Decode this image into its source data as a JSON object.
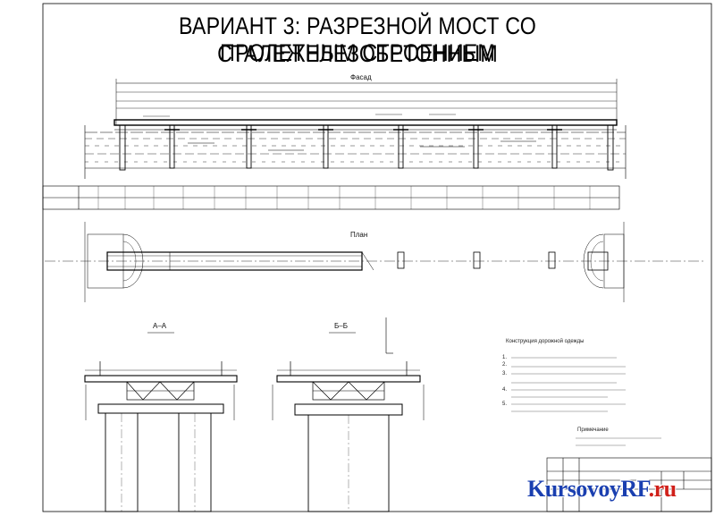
{
  "title": {
    "line1": "ВАРИАНТ 3: РАЗРЕЗНОЙ МОСТ СО СТАЛЕЖЕЛЕЗОБЕТОННЫМ",
    "line2": "ПРОЛЕТНЫМ СТРОЕНИЕМ"
  },
  "views": {
    "facade": "Фасад",
    "plan": "План",
    "section_aa": "А–А",
    "section_bb": "Б–Б"
  },
  "notes": {
    "heading": "Конструкция дорожной одежды",
    "items": [
      "1.",
      "2.",
      "3.",
      "4.",
      "5."
    ]
  },
  "remark": "Примечание",
  "watermark": {
    "part1": "KursovoyRF",
    "part2": ".ru"
  },
  "colors": {
    "line": "#000000",
    "watermark_blue": "#1a3fb0",
    "watermark_red": "#d0201a"
  }
}
